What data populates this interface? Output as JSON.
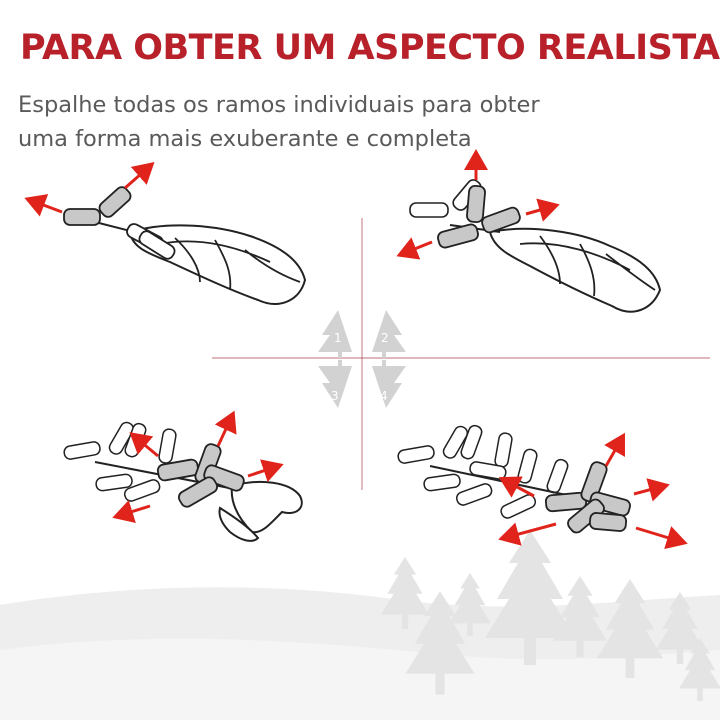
{
  "header": {
    "title": "PARA OBTER UM ASPECTO REALISTA",
    "subtitle_line1": "Espalhe todas os ramos individuais para obter",
    "subtitle_line2": "uma forma mais exuberante e completa"
  },
  "steps": [
    {
      "number": "1"
    },
    {
      "number": "2"
    },
    {
      "number": "3"
    },
    {
      "number": "4"
    }
  ],
  "colors": {
    "title": "#b8202a",
    "arrow": "#e0241b",
    "branch_highlight": "#c8c8c8",
    "divider": "#a5333b",
    "step_icon": "#d2d2d2"
  }
}
